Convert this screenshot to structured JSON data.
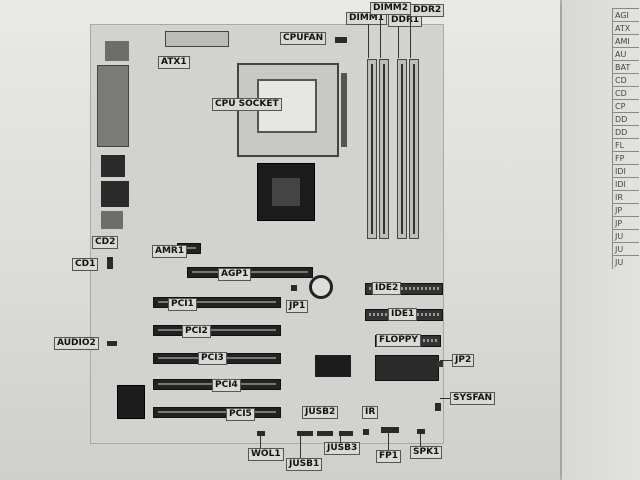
{
  "labels": {
    "atx1": "ATX1",
    "cpufan": "CPUFAN",
    "dimm1": "DIMM1",
    "dimm2": "DIMM2",
    "ddr1": "DDR1",
    "ddr2": "DDR2",
    "cpu_socket": "CPU SOCKET",
    "cd2": "CD2",
    "cd1": "CD1",
    "amr1": "AMR1",
    "agp1": "AGP1",
    "jp1": "JP1",
    "ide2": "IDE2",
    "ide1": "IDE1",
    "floppy": "FLOPPY",
    "jp2": "JP2",
    "pci1": "PCI1",
    "pci2": "PCI2",
    "pci3": "PCI3",
    "pci4": "PCI4",
    "pci5": "PCI5",
    "audio2": "AUDIO2",
    "sysfan": "SYSFAN",
    "jusb2": "JUSB2",
    "ir": "IR",
    "wol1": "WOL1",
    "jusb1": "JUSB1",
    "jusb3": "JUSB3",
    "fp1": "FP1",
    "spk1": "SPK1"
  },
  "next_page": {
    "rows": [
      "AGI",
      "ATX",
      "AMI",
      "AU",
      "BAT",
      "CD",
      "CD",
      "CP",
      "DD",
      "DD",
      "FL",
      "FP",
      "IDI",
      "IDI",
      "IR",
      "JP",
      "JP",
      "JU",
      "JU",
      "JU"
    ]
  }
}
